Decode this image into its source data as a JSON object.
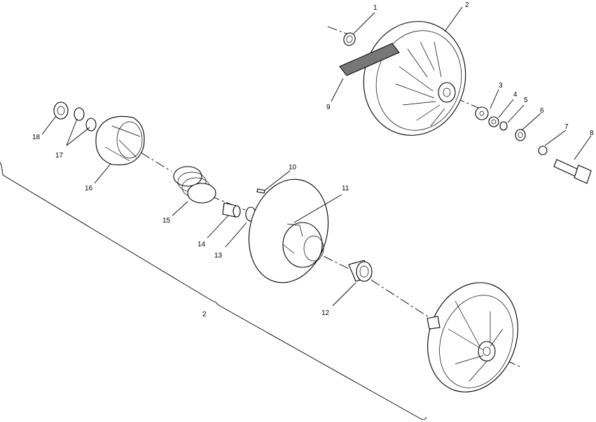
{
  "callouts": {
    "c1": "1",
    "c2": "2",
    "c3": "3",
    "c4": "4",
    "c5": "5",
    "c6": "6",
    "c7": "7",
    "c8": "8",
    "c9": "9",
    "c10": "10",
    "c11": "11",
    "c12": "12",
    "c13": "13",
    "c14": "14",
    "c15": "15",
    "c16": "16",
    "c17": "17",
    "c18": "18",
    "bracket": "2"
  }
}
